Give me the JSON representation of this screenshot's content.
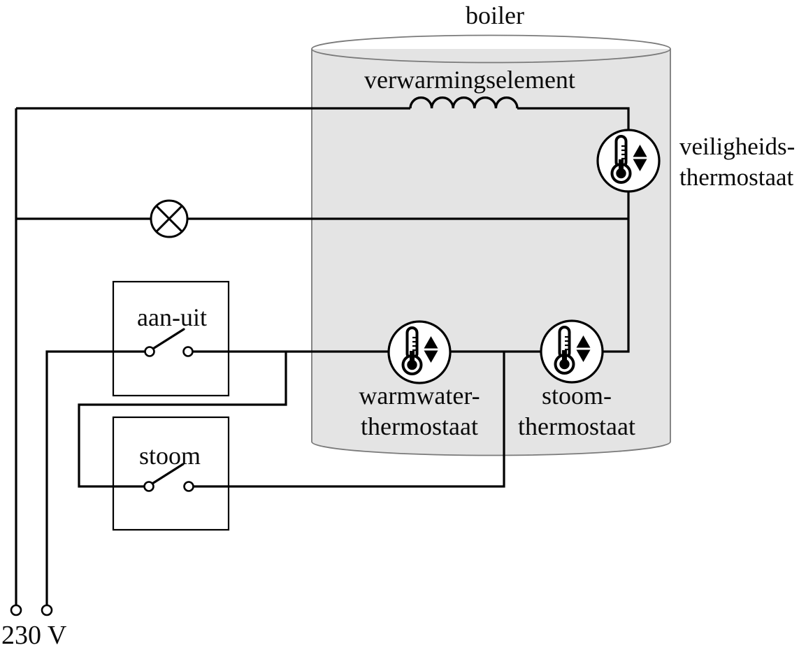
{
  "diagram": {
    "title": "boiler",
    "boiler": {
      "heating_element": "verwarmingselement"
    },
    "thermostats": {
      "safety": {
        "line1": "veiligheids-",
        "line2": "thermostaat"
      },
      "hot_water": {
        "line1": "warmwater-",
        "line2": "thermostaat"
      },
      "steam": {
        "line1": "stoom-",
        "line2": "thermostaat"
      }
    },
    "switches": {
      "on_off": "aan-uit",
      "steam": "stoom"
    },
    "power_supply": {
      "voltage": "230 V"
    },
    "colors": {
      "wire": "#000000",
      "tank_fill": "#e4e4e4",
      "tank_outline": "#7a7a7a",
      "background": "#ffffff"
    }
  }
}
